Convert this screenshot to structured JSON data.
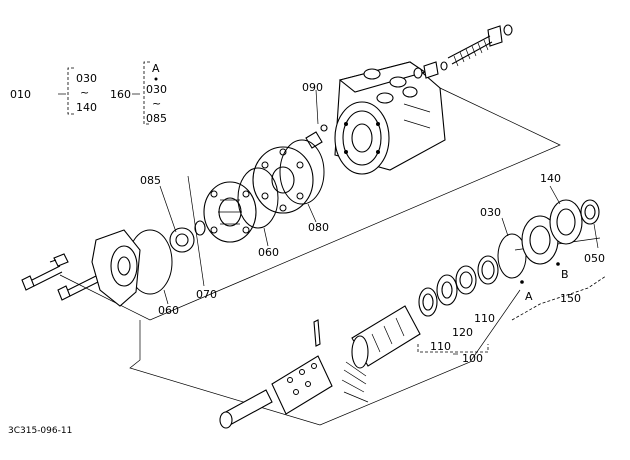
{
  "figure_code": "3C315-096-11",
  "callouts": {
    "c010": "010",
    "range_010": {
      "start": "030",
      "sep": "~",
      "end": "140"
    },
    "c160": "160",
    "range_160": {
      "label_a": "A",
      "start": "030",
      "sep": "~",
      "end": "085"
    },
    "c090": "090",
    "c085": "085",
    "c080": "080",
    "c070": "070",
    "c060": "060",
    "c030": "030",
    "c140": "140",
    "c050": "050",
    "c150": "150",
    "c120": "120",
    "c110": "110",
    "c100": "100",
    "label_a": "A",
    "label_b": "B"
  }
}
